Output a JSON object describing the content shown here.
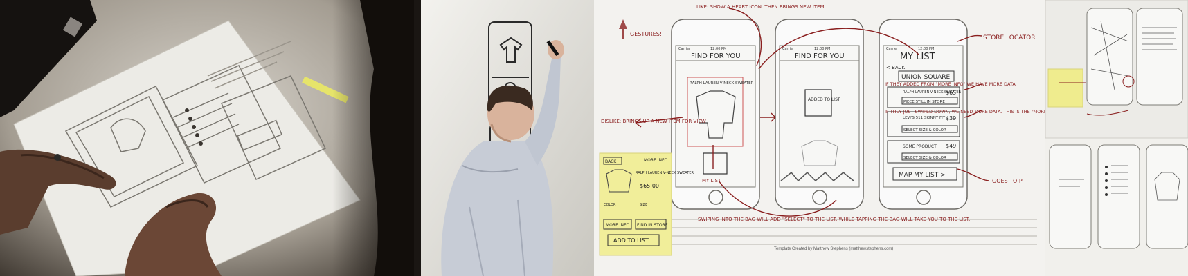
{
  "photos": [
    {
      "label": "photo-paper-prototype-desk"
    },
    {
      "label": "photo-whiteboard-sketching"
    },
    {
      "label": "photo-wireframe-sheet-annotated"
    },
    {
      "label": "photo-wireframe-thumbnails"
    }
  ],
  "sheet": {
    "gestures": "GESTURES!",
    "like_show": "LIKE: SHOW A HEART ICON. THEN BRINGS NEW ITEM",
    "phone_status": {
      "carrier": "Carrier",
      "time": "12:00 PM"
    },
    "screen1_title": "FIND FOR YOU",
    "screen1_item": "RALPH LAUREN V-NECK SWEATER",
    "screen2_title": "FIND FOR YOU",
    "screen2_added": "ADDED TO LIST",
    "screen3_title": "MY LIST",
    "back": "< BACK",
    "union_square": "UNION SQUARE",
    "list_item1": "RALPH LAUREN V-NECK SWEATER",
    "list_item1_price": "$65",
    "list_item1_btn": "PIECE STILL IN STORE",
    "list_item2": "LEVI'S 511 SKINNY FIT",
    "list_item2_price": "$39",
    "list_item2_btn": "SELECT SIZE & COLOR",
    "list_item3": "SOME PRODUCT",
    "list_item3_price": "$49",
    "list_item3_btn": "SELECT SIZE & COLOR",
    "map_my_list": "MAP MY LIST >",
    "store_locator": "STORE LOCATOR",
    "note_added_from": "IF THEY ADDED FROM \"MORE INFO\" WE HAVE MORE DATA",
    "note_swiped": "IF THEY JUST SWIPED DOWN, WE NEED MORE DATA. THIS IS THE \"MORE\" DIALOGUE.",
    "goes_to": "GOES TO P",
    "dislike": "DISLIKE: BRINGS UP A NEW ITEM FOR VIEW",
    "swiping": "SWIPING INTO THE BAG WILL ADD \"SELECT\" TO THE LIST. WHILE TAPPING THE BAG WILL TAKE YOU TO THE LIST.",
    "my_list_label": "MY LIST",
    "template_credit": "Template Created by Matthew Stephens (matthewstephens.com)",
    "sticky_back": "BACK",
    "sticky_more_info": "MORE INFO",
    "sticky_item": "RALPH LAUREN V-NECK SWEATER",
    "sticky_price": "$65.00",
    "sticky_color": "COLOR",
    "sticky_size": "SIZE",
    "sticky_more_btn": "MORE INFO",
    "sticky_find": "FIND IN STORE",
    "sticky_add": "ADD TO LIST"
  }
}
